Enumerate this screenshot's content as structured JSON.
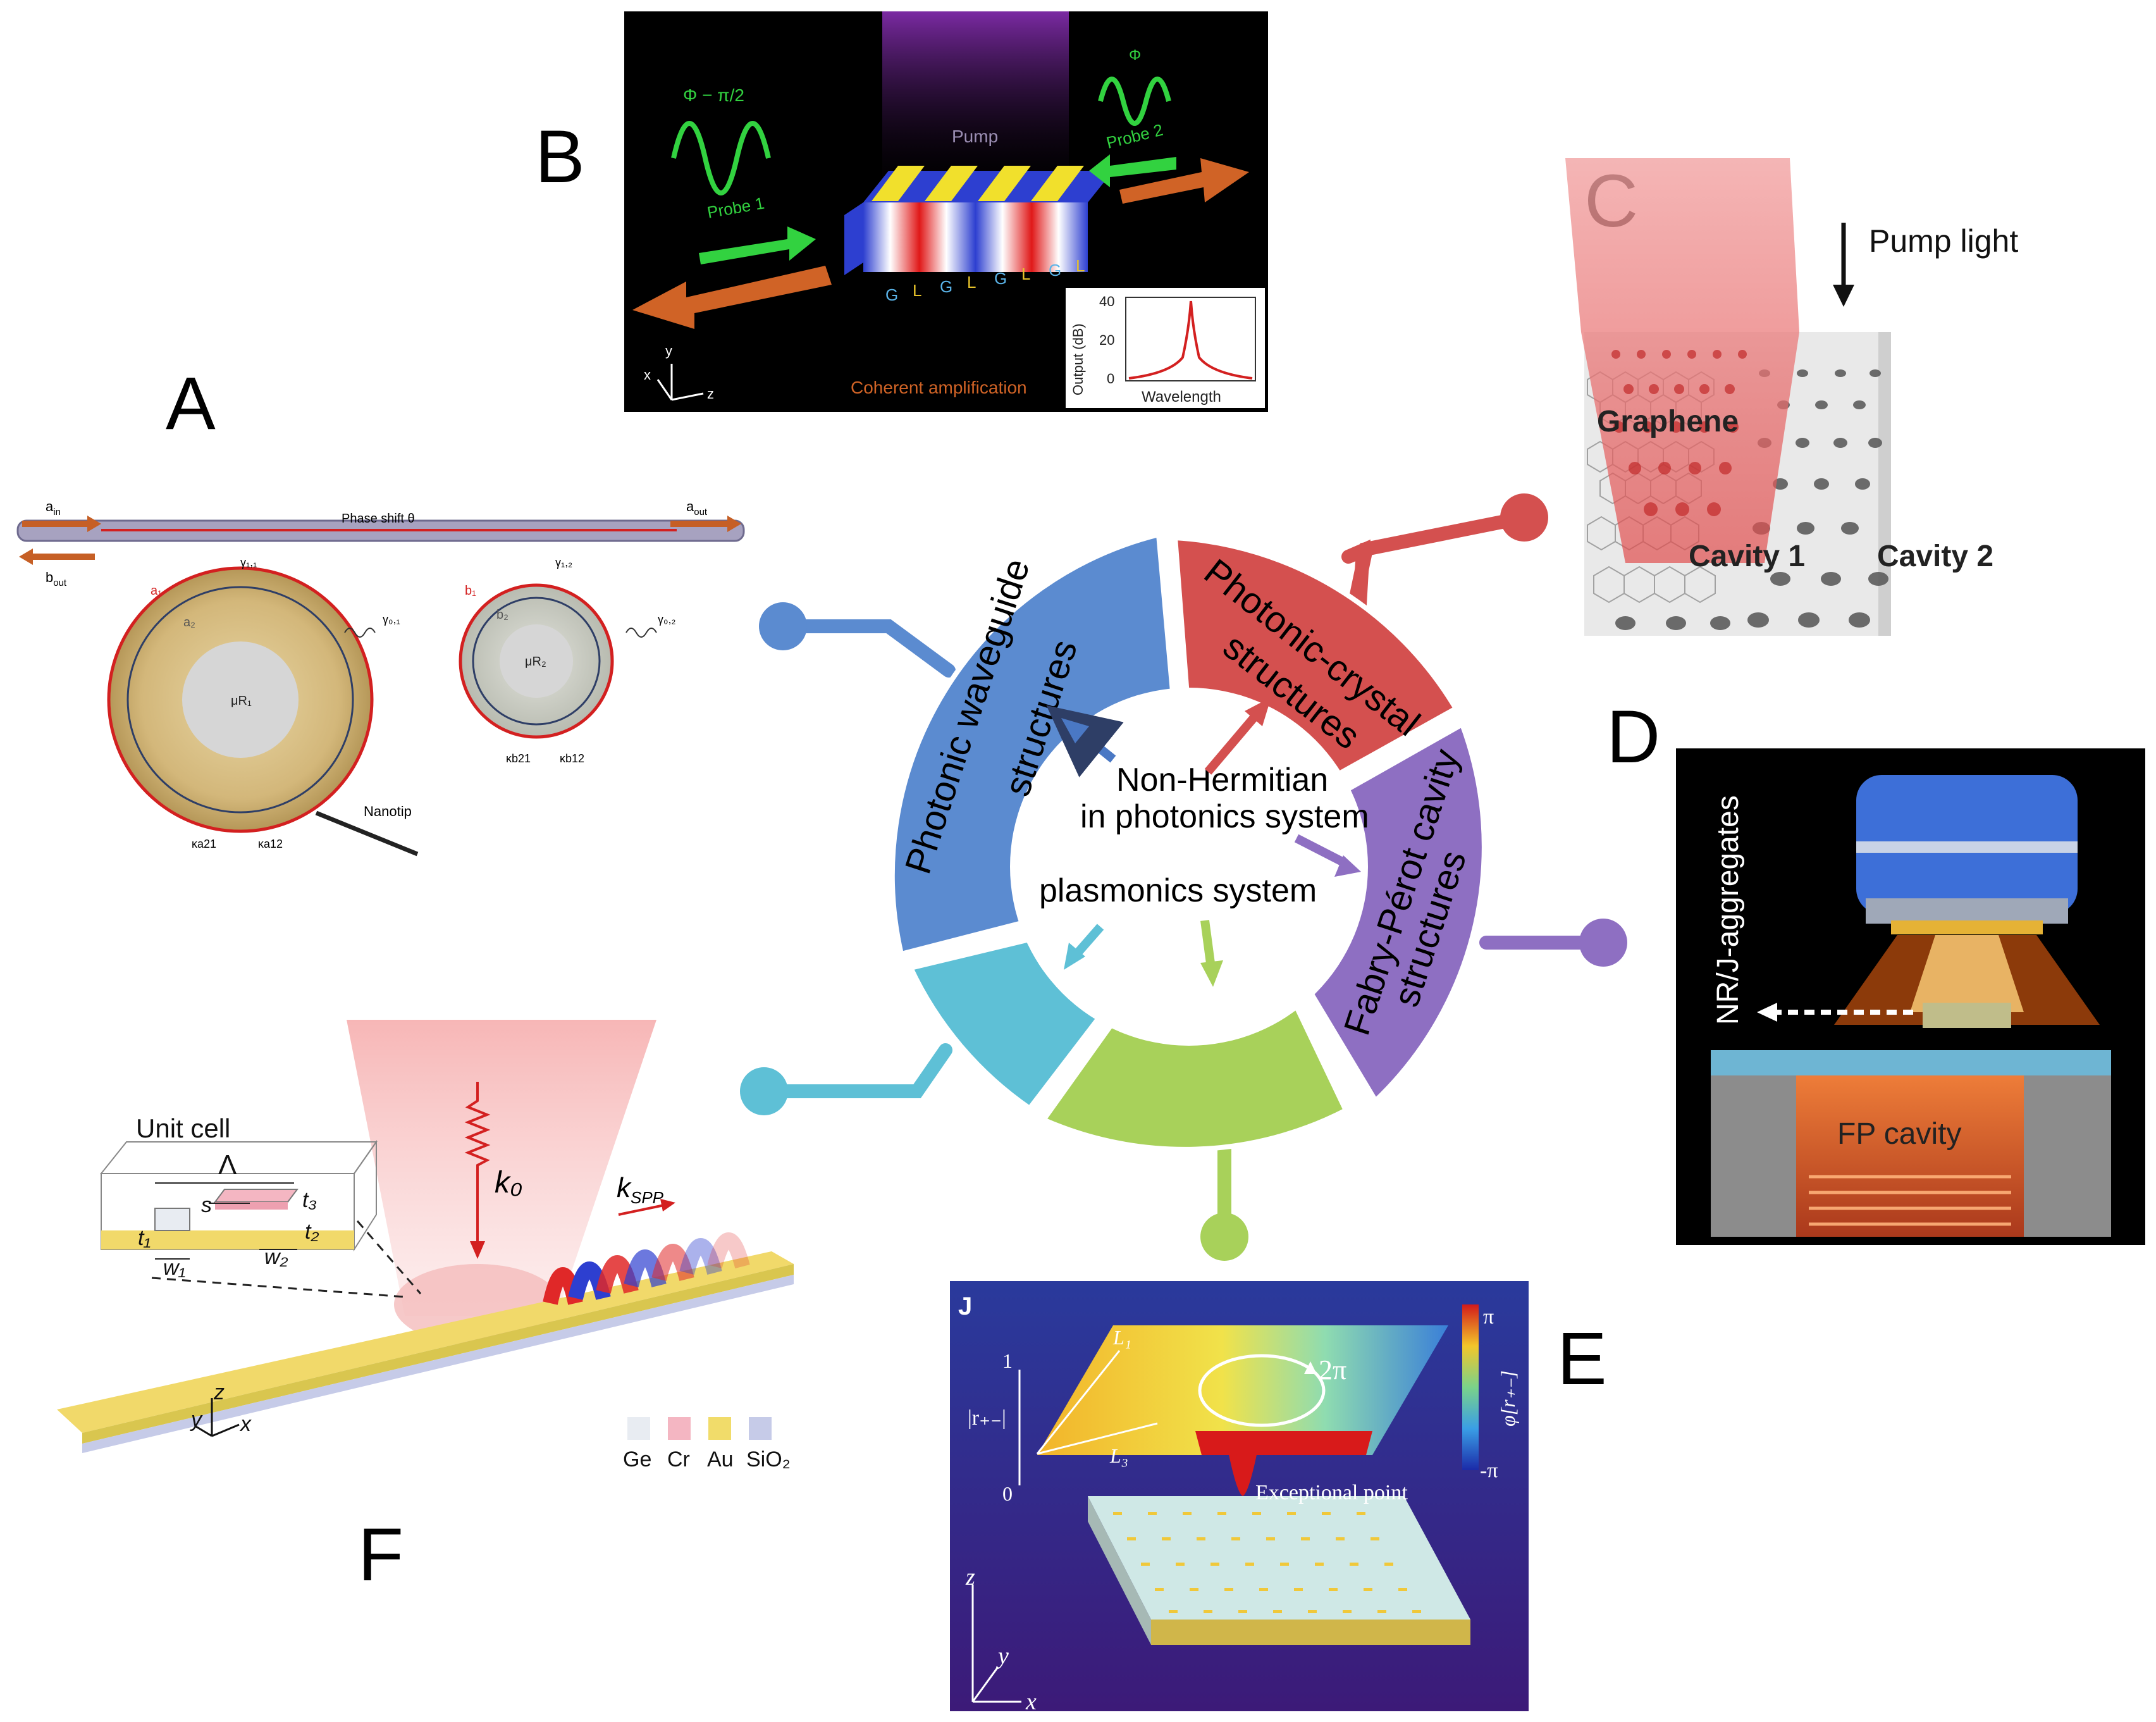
{
  "panel_letters": {
    "a": "A",
    "b": "B",
    "c": "C",
    "d": "D",
    "e": "E",
    "f": "F"
  },
  "hub": {
    "center_line1": "Non-Hermitian",
    "center_line2": "in photonics system",
    "center_line3": "plasmonics system",
    "seg_waveguide_1": "Photonic waveguide",
    "seg_waveguide_2": "structures",
    "seg_crystal_1": "Photonic-crystal",
    "seg_crystal_2": "structures",
    "seg_fp_1": "Fabry-Pérot cavity",
    "seg_fp_2": "structures",
    "colors": {
      "waveguide": "#5b8bd0",
      "crystal": "#d4504f",
      "fp": "#8e6fc2",
      "lightblue": "#5ec0d6",
      "green": "#a8d15a"
    }
  },
  "panel_a": {
    "phase_shift": "Phase shift θ",
    "a_in": "a",
    "a_in_sub": "in",
    "b_out": "b",
    "b_out_sub": "out",
    "a_out": "a",
    "a_out_sub": "out",
    "a1": "a₁",
    "a2": "a₂",
    "b1": "b₁",
    "b2": "b₂",
    "g11": "γ₁,₁",
    "g12": "γ₁,₂",
    "g01": "γ₀,₁",
    "g02": "γ₀,₂",
    "muR1": "μR₁",
    "muR2": "μR₂",
    "ka21": "κa21",
    "ka12": "κa12",
    "kb21": "κb21",
    "kb12": "κb12",
    "nanotip": "Nanotip"
  },
  "panel_b": {
    "pump": "Pump",
    "phi_minus": "Φ − π/2",
    "phi": "Φ",
    "probe1": "Probe 1",
    "probe2": "Probe 2",
    "gl_labels": [
      "G",
      "L",
      "G",
      "L",
      "G",
      "L",
      "G",
      "L"
    ],
    "coherent": "Coherent amplification",
    "inset_ylabel": "Output (dB)",
    "inset_xlabel": "Wavelength",
    "inset_ticks": [
      "40",
      "20",
      "0"
    ],
    "axis_x": "x",
    "axis_y": "y",
    "axis_z": "z"
  },
  "panel_c": {
    "pump_light": "Pump light",
    "graphene": "Graphene",
    "cavity1": "Cavity 1",
    "cavity2": "Cavity 2"
  },
  "panel_d": {
    "nr": "NR/J-aggregates",
    "fp_cavity": "FP cavity"
  },
  "panel_e": {
    "j": "J",
    "one": "1",
    "zero": "0",
    "r_label": "|r₊₋|",
    "L1": "L₁",
    "L3": "L₃",
    "two_pi": "2π",
    "exceptional": "Exceptional point",
    "pi": "π",
    "minus_pi": "-π",
    "phi_label": "φ[r₊₋]",
    "axis_z": "z",
    "axis_y": "y",
    "axis_x": "x"
  },
  "panel_f": {
    "unit_cell": "Unit cell",
    "lambda": "Λ",
    "s": "s",
    "t1": "t₁",
    "t2": "t₂",
    "t3": "t₃",
    "w1": "w₁",
    "w2": "w₂",
    "k0": "k₀",
    "kspp": "k",
    "kspp_sub": "SPP",
    "axis_z": "z",
    "axis_y": "y",
    "axis_x": "x",
    "legend": [
      "Ge",
      "Cr",
      "Au",
      "SiO₂"
    ],
    "legend_colors": [
      "#e8ecf2",
      "#f4b6c2",
      "#f1dc6a",
      "#c6cbe8"
    ]
  }
}
